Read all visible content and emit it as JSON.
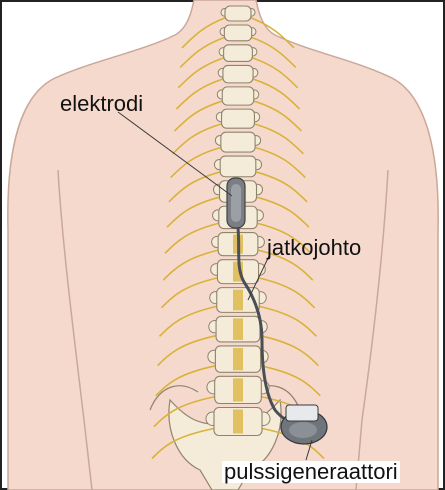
{
  "labels": {
    "electrode": "elektrodi",
    "extension": "jatkojohto",
    "generator": "pulssigeneraattori"
  },
  "colors": {
    "skin": "#f6d9cd",
    "skin_outline": "#c9a89a",
    "bone": "#f4ecd8",
    "bone_outline": "#8f836c",
    "nerve": "#d9b23a",
    "device": "#7b7f84",
    "lead": "#4a4f55",
    "frame": "#222222"
  }
}
